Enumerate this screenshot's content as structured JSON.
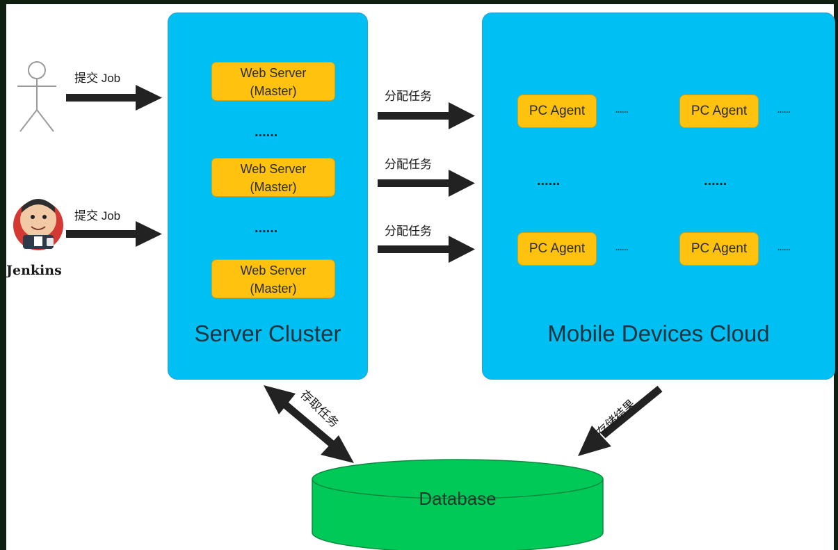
{
  "submit_labels": [
    "提交 Job",
    "提交 Job"
  ],
  "jenkins_label": "Jenkins",
  "server_cluster": {
    "title": "Server Cluster",
    "servers": [
      {
        "line1": "Web Server",
        "line2": "(Master)"
      },
      {
        "line1": "Web Server",
        "line2": "(Master)"
      },
      {
        "line1": "Web Server",
        "line2": "(Master)"
      }
    ],
    "ellipsis": "......"
  },
  "assign_labels": [
    "分配任务",
    "分配任务",
    "分配任务"
  ],
  "device_cloud": {
    "title": "Mobile Devices Cloud",
    "agents": [
      "PC Agent",
      "PC Agent",
      "PC Agent",
      "PC Agent"
    ],
    "ellipsis": "......",
    "device_ellipsis": "......"
  },
  "db_read_label": "存取任务",
  "db_write_label": "存储结果",
  "database": {
    "label": "Database"
  },
  "colors": {
    "cluster_fill": "#00bff3",
    "box_fill": "#ffc20e",
    "database_fill": "#00c957",
    "arrow": "#222222"
  }
}
